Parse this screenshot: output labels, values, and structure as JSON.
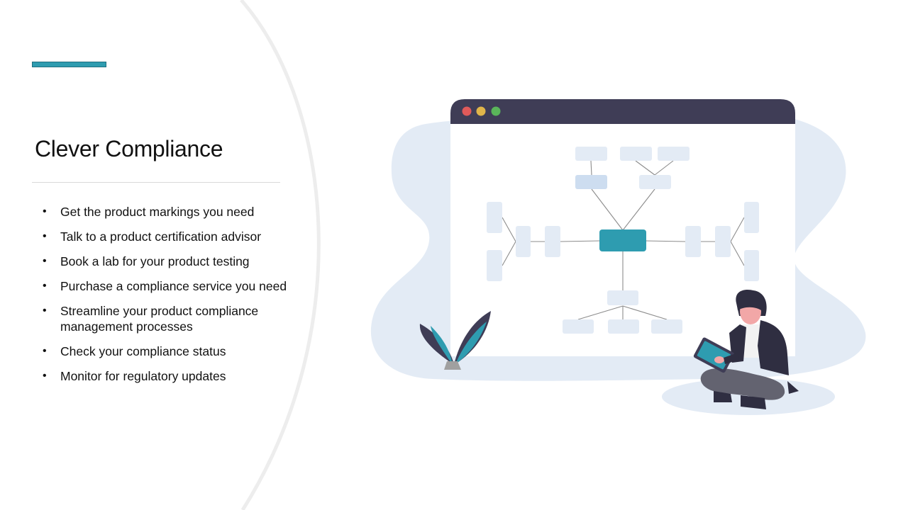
{
  "slide": {
    "title": "Clever Compliance",
    "bullet_glyph": "•",
    "bullets": [
      "Get the product markings you need",
      "Talk to a product certification advisor",
      "Book a lab for your product testing",
      "Purchase a compliance service you need",
      "Streamline your product compliance management processes",
      "Check your compliance status",
      "Monitor for regulatory updates"
    ]
  },
  "colors": {
    "accent": "#2e9cb0",
    "window_bar": "#3f3d56",
    "blob": "#e3ebf5",
    "node": "#e3ebf5",
    "node_dark": "#cdddf0",
    "dot_red": "#e05a5a",
    "dot_yellow": "#e0b54a",
    "dot_green": "#5ab55a"
  },
  "illustration": {
    "icon": "person-with-tablet-flowchart-illustration"
  }
}
